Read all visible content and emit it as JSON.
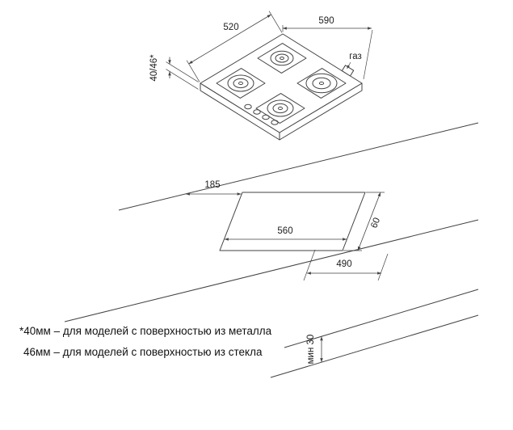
{
  "hob_view": {
    "depth_label": "520",
    "width_label": "590",
    "height_label": "40/46*",
    "gas_label": "газ"
  },
  "cutout_view": {
    "back_offset_label": "185",
    "width_label": "560",
    "side_label": "60",
    "depth_label": "490",
    "min_clearance_label": "мин 30"
  },
  "footnotes": {
    "line1": "*40мм – для моделей с поверхностью из металла",
    "line2": "46мм – для моделей с поверхностью из стекла"
  }
}
